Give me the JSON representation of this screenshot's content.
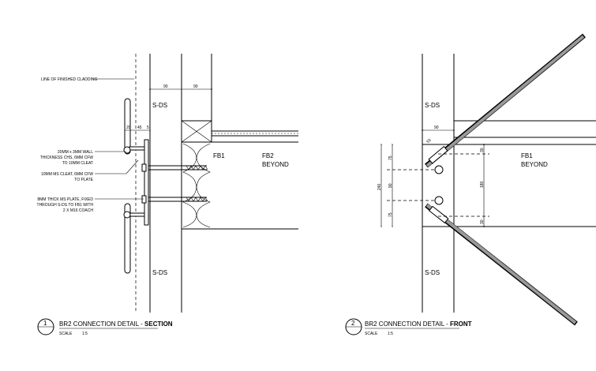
{
  "section": {
    "labels": {
      "cladding": "LINE OF FINISHED CLADDING",
      "chs": [
        "20MM x 3MM WALL",
        "THICKNESS CHS, 6MM CFW",
        "TO 10MM CLEAT"
      ],
      "cleat": [
        "10MM MS CLEAT, 6MM CFW",
        "TO PLATE"
      ],
      "plate": [
        "8MM THICK MS PLATE, FIXED",
        "THROUGH S-DS TO FB1 WITH",
        "2 X M16 COACH"
      ],
      "sds_top": "S-DS",
      "sds_bottom": "S-DS",
      "fb1": "FB1",
      "fb2": [
        "FB2",
        "BEYOND"
      ]
    },
    "dims": {
      "top_a": "90",
      "top_b": "90",
      "small_a": "20",
      "small_b": "45",
      "small_c": "5"
    },
    "title_block": {
      "number": "1",
      "title_main": "BR2 CONNECTION DETAIL - ",
      "title_bold": "SECTION",
      "scale_label": "SCALE",
      "scale_value": "1:5"
    }
  },
  "front": {
    "labels": {
      "sds_top": "S-DS",
      "sds_bottom": "S-DS",
      "fb1": [
        "FB1",
        "BEYOND"
      ]
    },
    "dims": {
      "width": "90",
      "diag": "50",
      "total": "240",
      "a": "75",
      "b": "90",
      "c": "75",
      "r1": "30",
      "r2": "180",
      "r3": "30"
    },
    "title_block": {
      "number": "2",
      "title_main": "BR2 CONNECTION DETAIL - ",
      "title_bold": "FRONT",
      "scale_label": "SCALE",
      "scale_value": "1:5"
    }
  }
}
